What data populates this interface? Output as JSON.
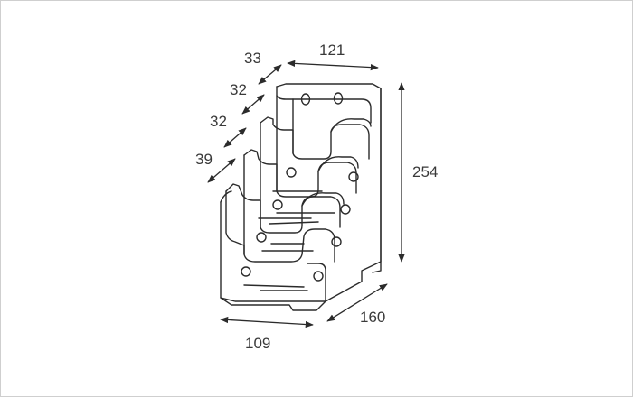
{
  "dimensions": {
    "top_width": "121",
    "step_1": "33",
    "step_2": "32",
    "step_3": "32",
    "step_4": "39",
    "height": "254",
    "depth": "160",
    "base_width": "109"
  },
  "colors": {
    "line": "#2b2b2b",
    "text": "#3a3a3a",
    "background": "#ffffff",
    "border": "#cfcfcf"
  }
}
